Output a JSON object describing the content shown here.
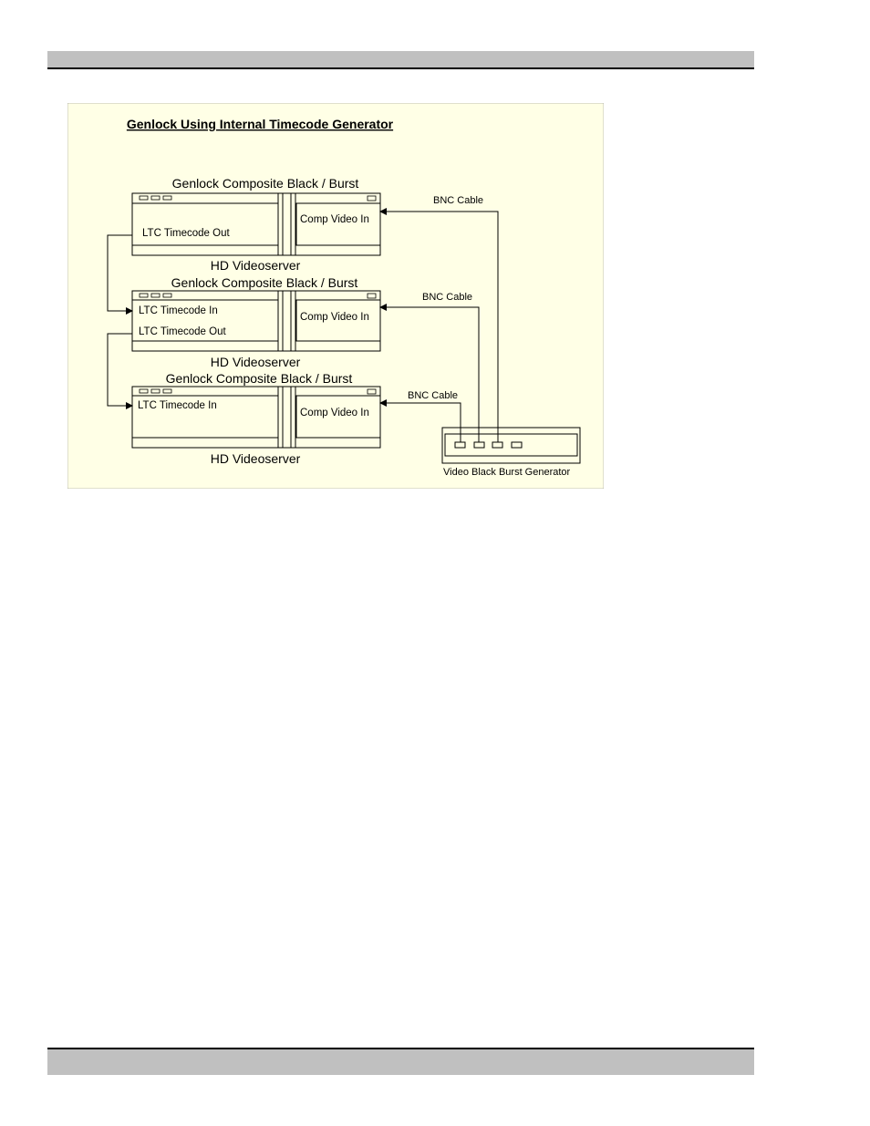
{
  "diagram": {
    "title": "Genlock Using Internal Timecode Generator",
    "colors": {
      "background": "#ffffe6",
      "line": "#000000",
      "page_bar": "#c0c0c0"
    },
    "units": [
      {
        "genlock_label": "Genlock Composite Black / Burst",
        "server_label": "HD Videoserver",
        "port_lines": [
          "LTC Timecode Out"
        ],
        "video_port": "Comp Video In",
        "cable_label": "BNC Cable"
      },
      {
        "genlock_label": "Genlock Composite Black / Burst",
        "server_label": "HD Videoserver",
        "port_lines": [
          "LTC Timecode In",
          "LTC Timecode Out"
        ],
        "video_port": "Comp Video In",
        "cable_label": "BNC Cable"
      },
      {
        "genlock_label": "Genlock Composite Black / Burst",
        "server_label": "HD Videoserver",
        "port_lines": [
          "LTC Timecode In"
        ],
        "video_port": "Comp Video In",
        "cable_label": "BNC Cable"
      }
    ],
    "generator_label": "Video Black Burst Generator"
  }
}
